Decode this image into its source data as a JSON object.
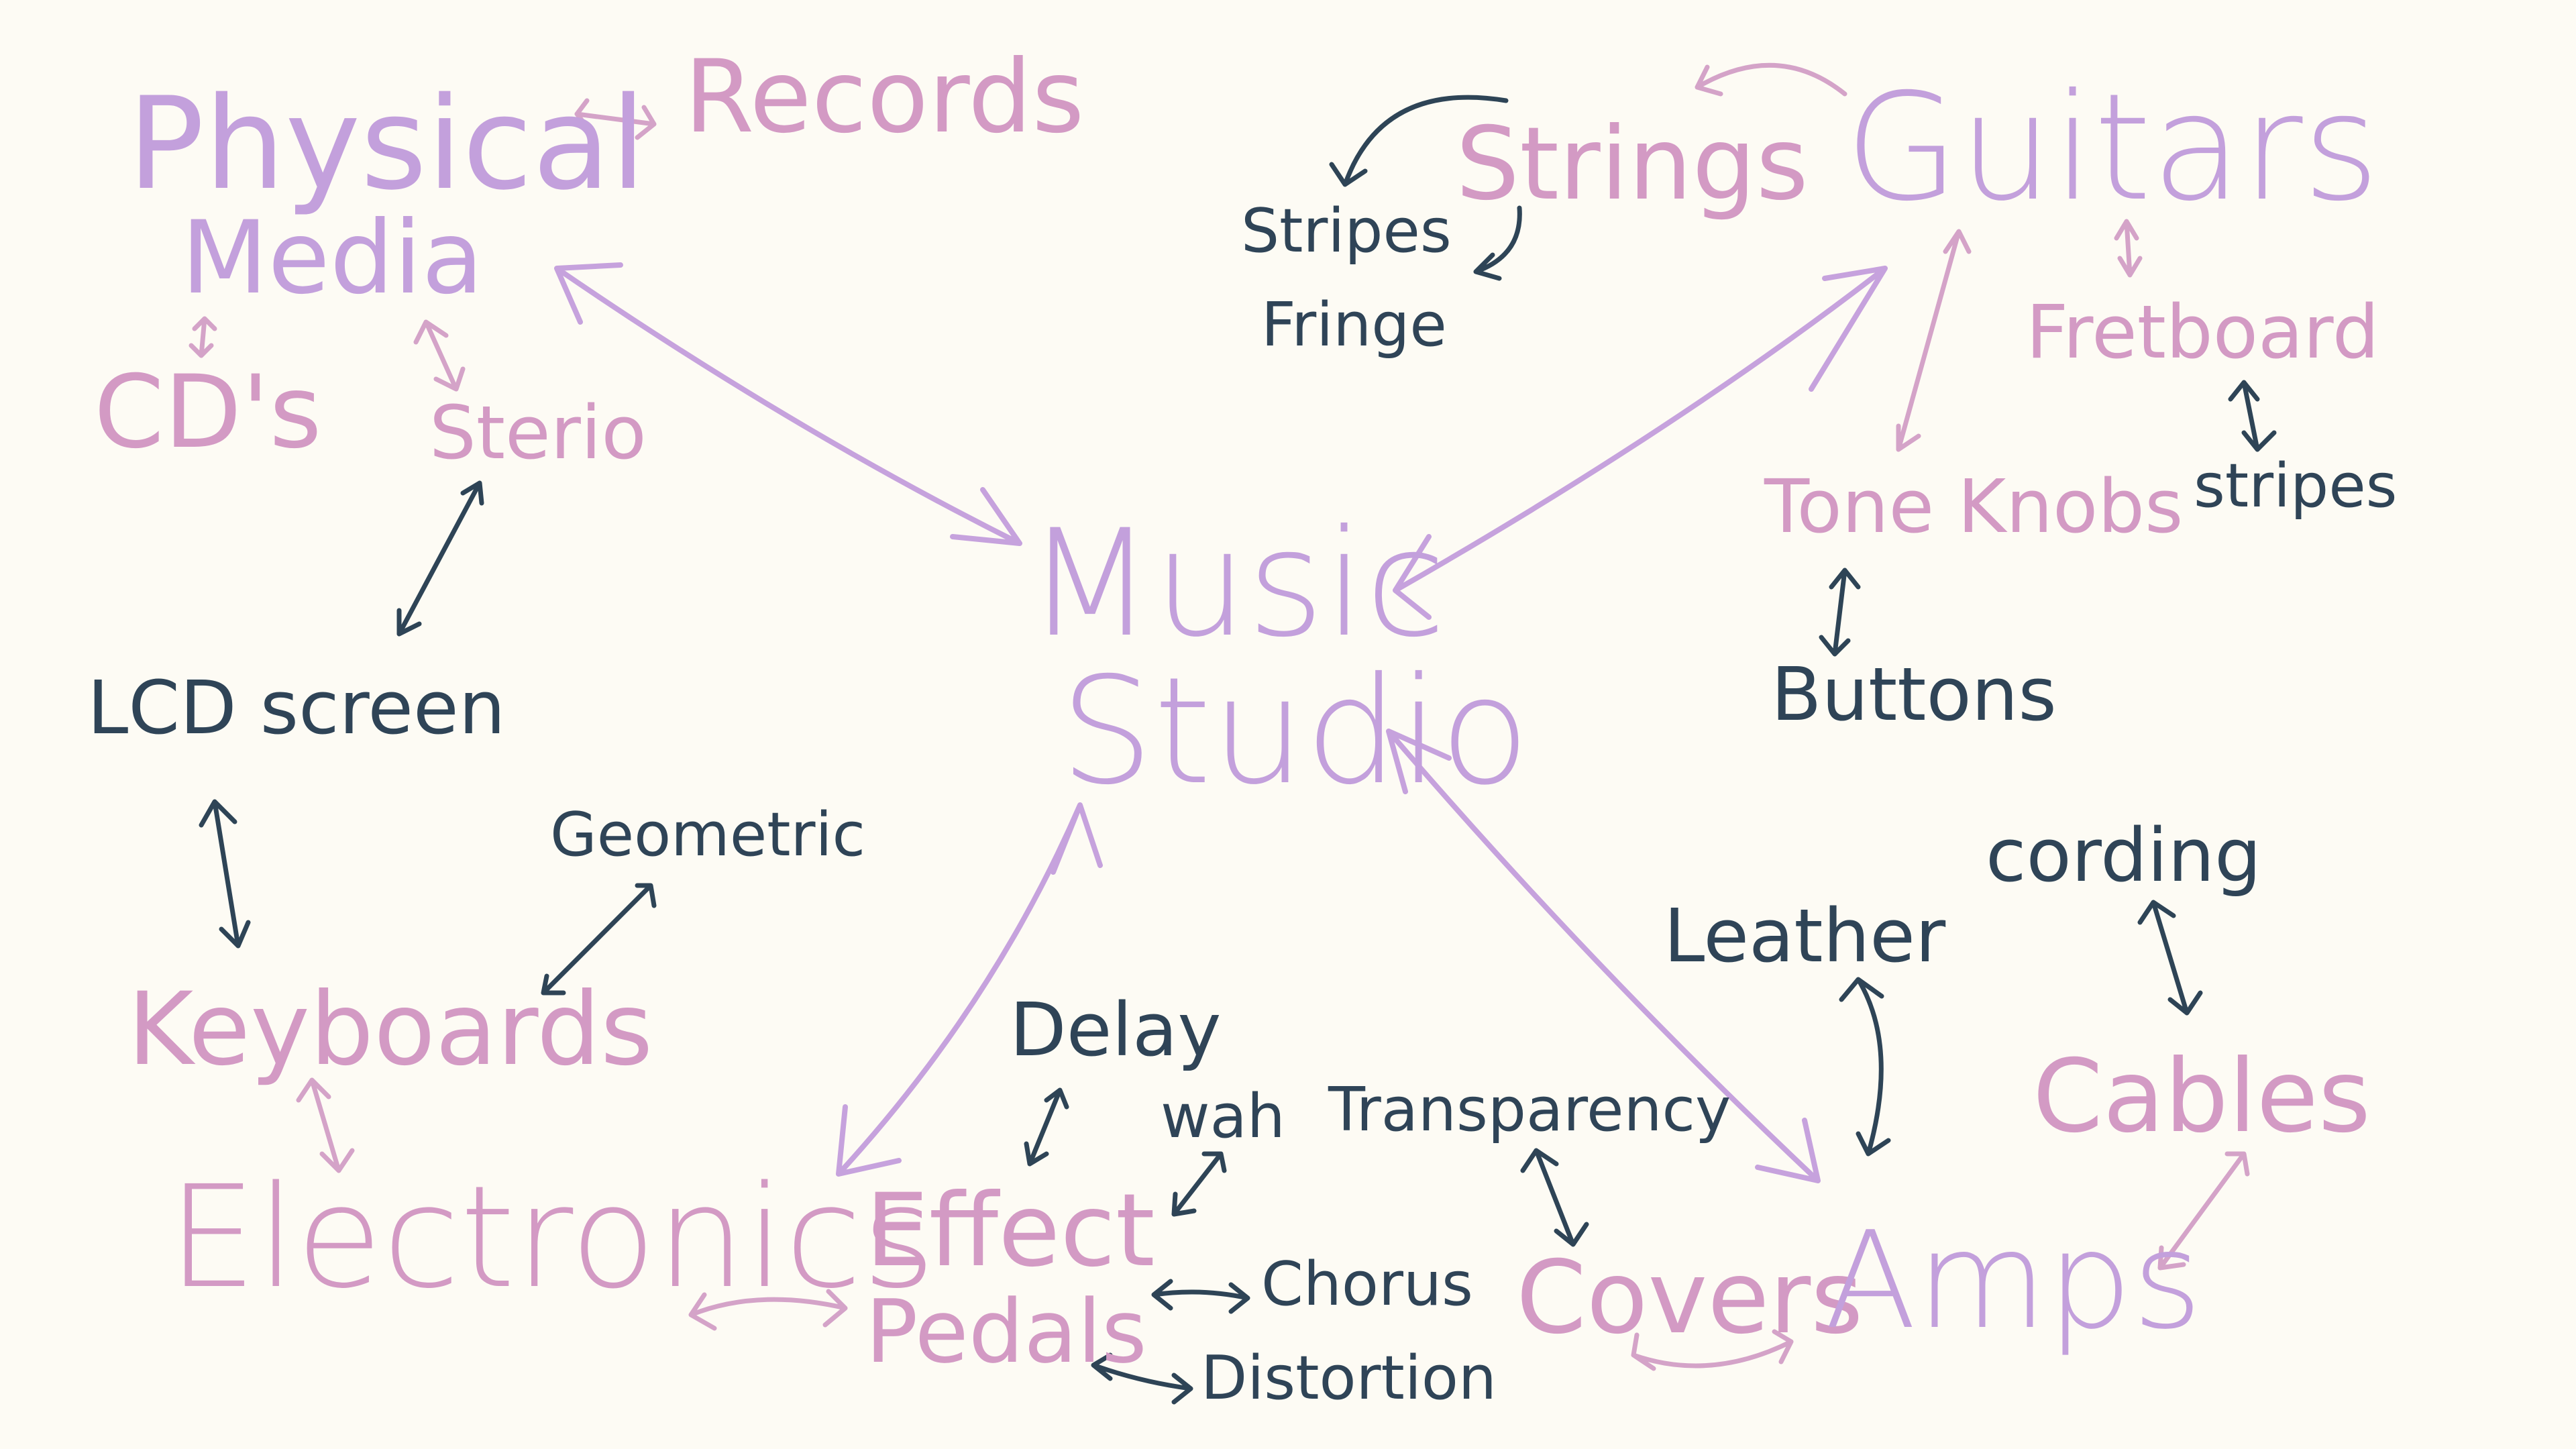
{
  "colors": {
    "background": "#fdfbf4",
    "pink": "#d39ac4",
    "purple": "#c3a0dc",
    "dark": "#2f4457"
  },
  "nodes": {
    "music": "Music",
    "studio": "Studio",
    "physical": "Physical",
    "media": "Media",
    "records": "Records",
    "cds": "CD's",
    "sterio": "Sterio",
    "lcd_screen": "LCD screen",
    "keyboards": "Keyboards",
    "geometric": "Geometric",
    "electronics": "Electronics",
    "effect": "Effect",
    "pedals": "Pedals",
    "delay": "Delay",
    "wah": "wah",
    "chorus": "Chorus",
    "distortion": "Distortion",
    "transparency": "Transparency",
    "covers": "Covers",
    "amps": "Amps",
    "leather": "Leather",
    "cording": "cording",
    "cables": "Cables",
    "guitars": "Guitars",
    "strings": "Strings",
    "stripes_strings": "Stripes",
    "fringe": "Fringe",
    "fretboard": "Fretboard",
    "stripes_fretboard": "stripes",
    "tone_knobs": "Tone Knobs",
    "buttons": "Buttons"
  }
}
